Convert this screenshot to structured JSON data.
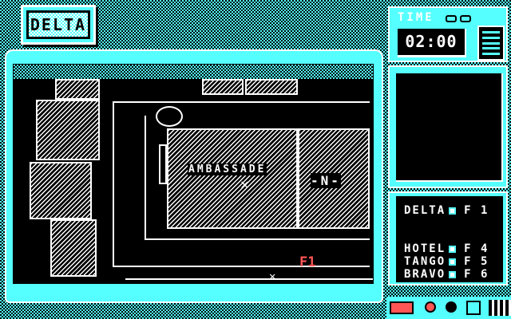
{
  "title": "DELTA",
  "timer": {
    "label": "TIME",
    "value": "02:00"
  },
  "map": {
    "building_label": "AMBASSADE",
    "compass_label": "-N-",
    "active_agent_key": "F1"
  },
  "agents": [
    {
      "name": "DELTA",
      "key": "F 1"
    },
    {
      "name": "HOTEL",
      "key": "F 4"
    },
    {
      "name": "TANGO",
      "key": "F 5"
    },
    {
      "name": "BRAVO",
      "key": "F 6"
    }
  ],
  "colors": {
    "cyan": "#55ffff",
    "red": "#ff5555",
    "white": "#ffffff",
    "black": "#000000"
  }
}
